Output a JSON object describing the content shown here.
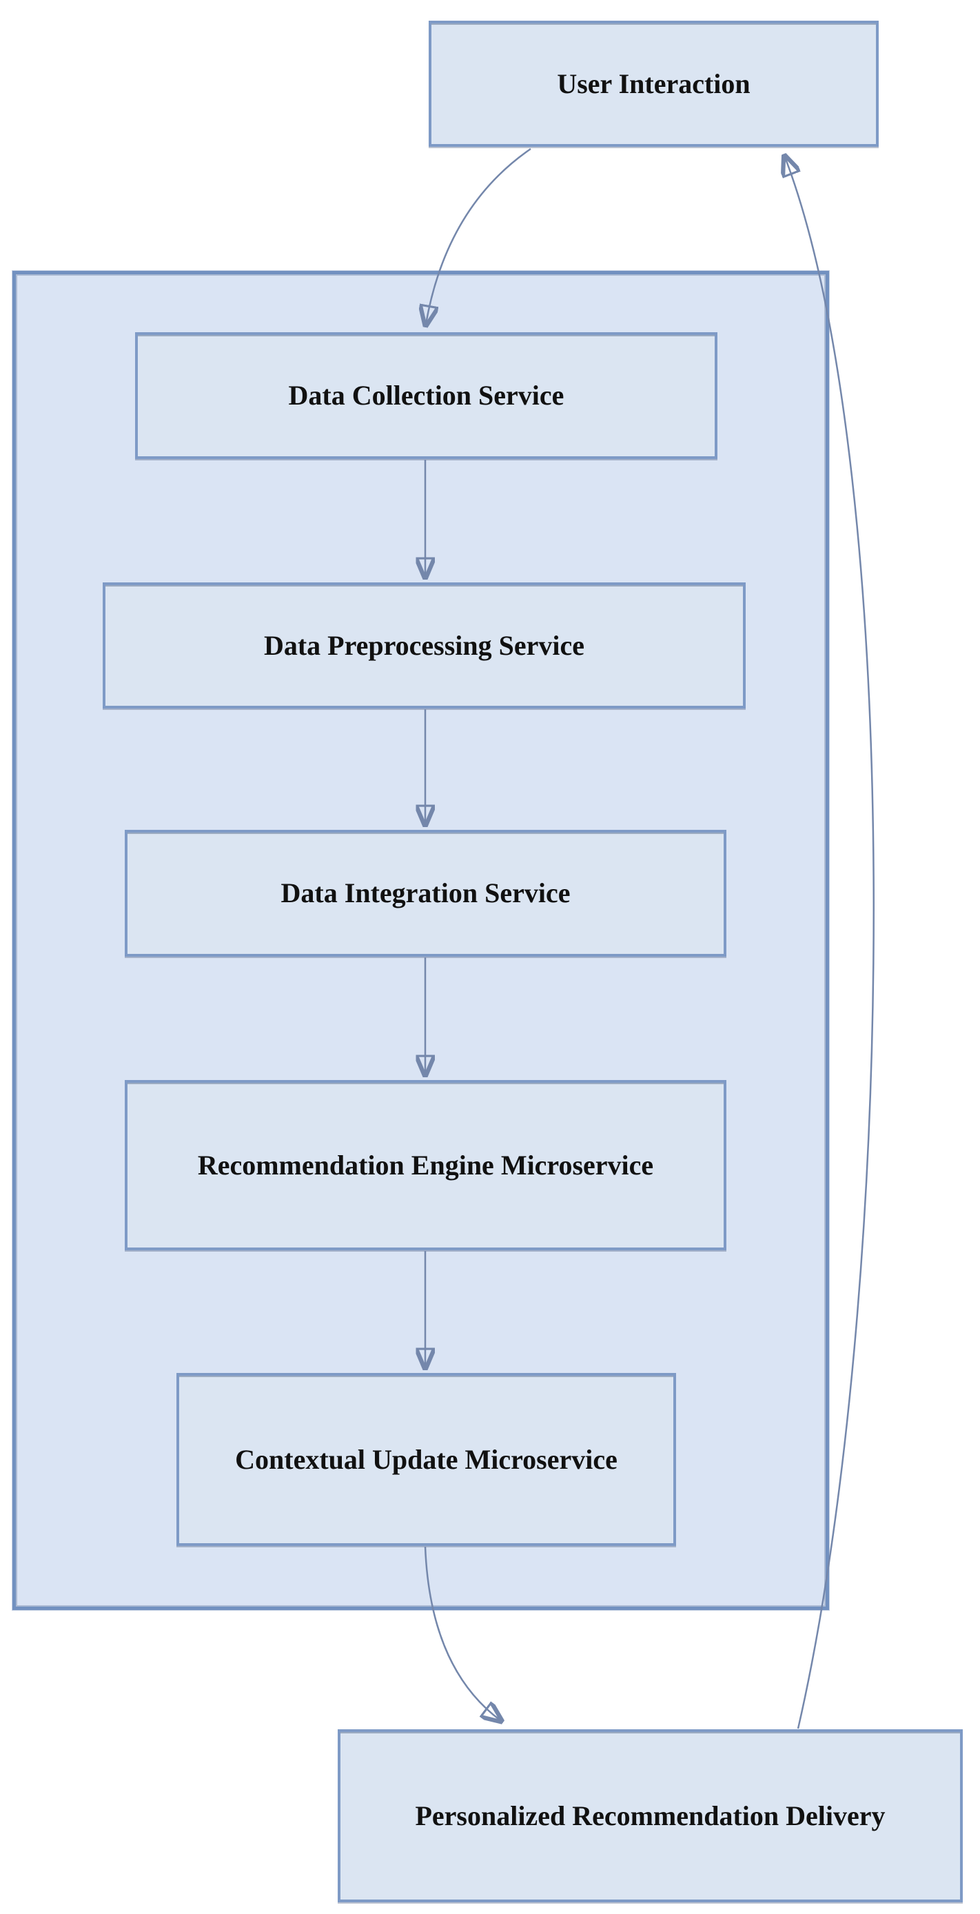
{
  "diagram": {
    "type": "flowchart",
    "nodes": {
      "user_interaction": {
        "label": "User Interaction"
      },
      "data_collection": {
        "label": "Data Collection Service"
      },
      "data_preprocessing": {
        "label": "Data Preprocessing Service"
      },
      "data_integration": {
        "label": "Data Integration Service"
      },
      "recommendation_engine": {
        "label": "Recommendation Engine Microservice"
      },
      "contextual_update": {
        "label": "Contextual Update Microservice"
      },
      "personalized_delivery": {
        "label": "Personalized Recommendation Delivery"
      }
    },
    "edges": [
      {
        "from": "user_interaction",
        "to": "data_collection"
      },
      {
        "from": "data_collection",
        "to": "data_preprocessing"
      },
      {
        "from": "data_preprocessing",
        "to": "data_integration"
      },
      {
        "from": "data_integration",
        "to": "recommendation_engine"
      },
      {
        "from": "recommendation_engine",
        "to": "contextual_update"
      },
      {
        "from": "contextual_update",
        "to": "personalized_delivery"
      },
      {
        "from": "personalized_delivery",
        "to": "user_interaction"
      }
    ],
    "colors": {
      "background": "#ffffff",
      "container_fill": "#dae4f4",
      "container_border": "#7291c0",
      "node_fill": "#dbe5f2",
      "node_border": "#7e9ac6",
      "edge_line": "#7487ab",
      "arrowhead": "#4f74ad",
      "text": "#111111"
    }
  }
}
